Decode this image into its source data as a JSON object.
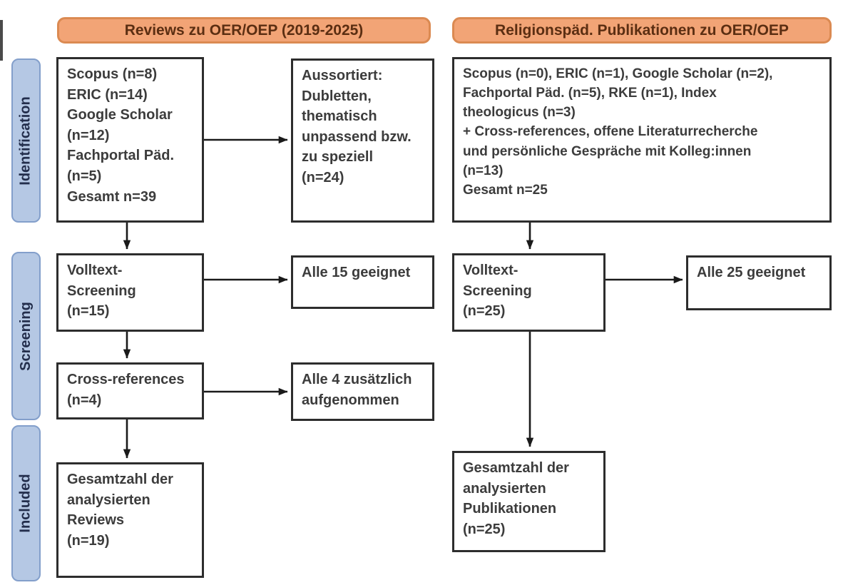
{
  "headers": {
    "left": "Reviews zu OER/OEP (2019-2025)",
    "right": "Religionspäd. Publikationen zu OER/OEP"
  },
  "stages": {
    "identification": "Identification",
    "screening": "Screening",
    "included": "Included"
  },
  "left_column": {
    "identified": "Scopus (n=8)\nERIC (n=14)\nGoogle Scholar\n(n=12)\nFachportal Päd.\n(n=5)\nGesamt n=39",
    "excluded": "Aussortiert:\nDubletten,\nthematisch\nunpassend bzw.\nzu speziell\n(n=24)",
    "fulltext_screening": "Volltext-\nScreening\n(n=15)",
    "fulltext_result": "Alle 15 geeignet",
    "cross_references": "Cross-references\n(n=4)",
    "cross_references_result": "Alle 4 zusätzlich\naufgenommen",
    "included_total": "Gesamtzahl der\nanalysierten\nReviews\n(n=19)"
  },
  "right_column": {
    "identified": "Scopus (n=0), ERIC (n=1), Google Scholar (n=2),\nFachportal Päd. (n=5), RKE (n=1), Index\ntheologicus (n=3)\n+ Cross-references, offene Literaturrecherche\nund persönliche Gespräche mit Kolleg:innen\n(n=13)\nGesamt n=25",
    "fulltext_screening": "Volltext-\nScreening\n(n=25)",
    "fulltext_result": "Alle 25 geeignet",
    "included_total": "Gesamtzahl der\nanalysierten\nPublikationen\n(n=25)"
  },
  "colors": {
    "header_fill": "#F2A476",
    "header_border": "#DB8A52",
    "header_text": "#5B2E12",
    "stage_fill": "#B5C8E4",
    "stage_border": "#839FCB",
    "stage_text": "#232E4C",
    "box_border": "#2D2D2D",
    "box_text": "#3C3C3C",
    "arrow": "#1A1A1A"
  }
}
